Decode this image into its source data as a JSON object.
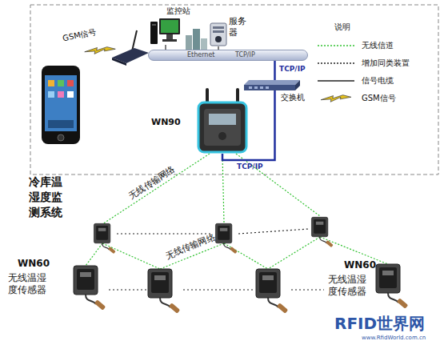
{
  "diagram": {
    "title": "冷库温湿度监测系统",
    "nodes": [
      {
        "text": [
          "监控站"
        ]
      },
      {
        "text": [
          "服务器"
        ]
      },
      {
        "text": [
          "Ethernet",
          "TCP/IP"
        ]
      },
      {
        "text": [
          "交换机"
        ]
      },
      {
        "text": [
          "WN90"
        ]
      },
      {
        "text": [
          "WN60",
          "无线温湿度传感器"
        ]
      },
      {
        "text": [
          "WN60",
          "无线温湿度传感器"
        ]
      }
    ],
    "edges": [
      {
        "from": 0,
        "to": 2,
        "arrow": "none"
      },
      {
        "from": 1,
        "to": 2,
        "arrow": "none"
      },
      {
        "from": 3,
        "to": 2,
        "label": "TCP/IP",
        "arrow": "none"
      },
      {
        "from": 4,
        "to": 3,
        "label": "TCP/IP",
        "arrow": "none"
      }
    ],
    "labels": [
      "GSM信号",
      "说明",
      "无线传输网络",
      "无线传输网络",
      "RFID世界网",
      "www.RfidWorld.com.cn"
    ],
    "legend": [
      {
        "text": "无线信道"
      },
      {
        "text": "增加同类装置"
      },
      {
        "text": "信号电缆"
      },
      {
        "text": "GSM信号"
      }
    ]
  }
}
